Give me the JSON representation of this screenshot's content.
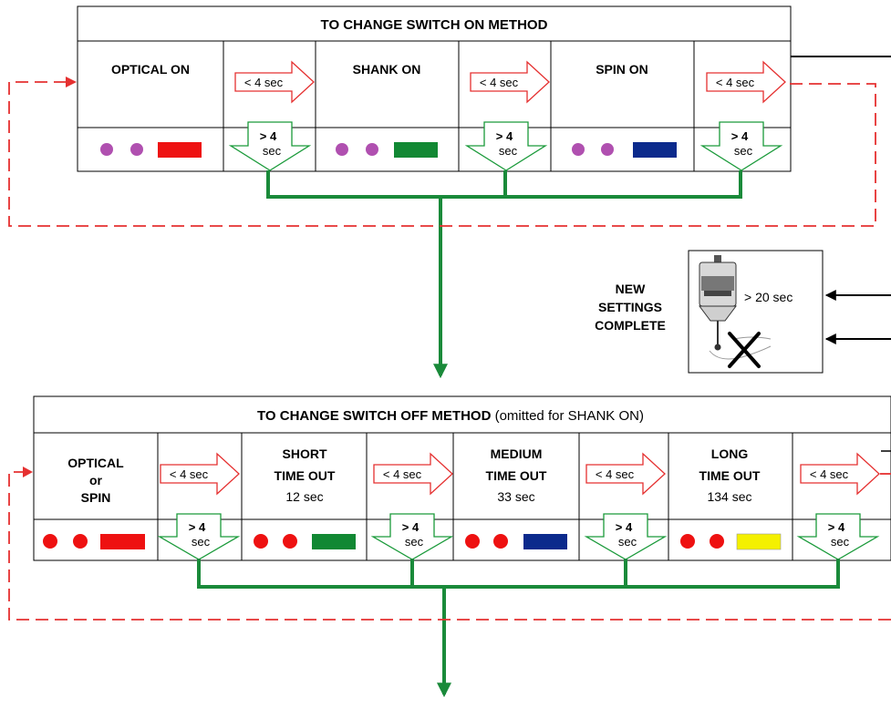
{
  "top": {
    "header": "TO CHANGE SWITCH ON METHOD",
    "modes": [
      {
        "lines": [
          "OPTICAL ON"
        ]
      },
      {
        "lines": [
          "SHANK ON"
        ]
      },
      {
        "lines": [
          "SPIN ON"
        ]
      }
    ]
  },
  "arrows": {
    "short_label": "< 4 sec",
    "long_label_1": "> 4",
    "long_label_2": "sec"
  },
  "settings": {
    "lines": [
      "NEW",
      "SETTINGS",
      "COMPLETE"
    ],
    "duration": "> 20 sec"
  },
  "bottom": {
    "header_bold": "TO CHANGE SWITCH OFF METHOD",
    "header_normal": " (omitted for SHANK ON)",
    "modes": [
      {
        "lines": [
          "OPTICAL",
          "or",
          "SPIN"
        ],
        "value": ""
      },
      {
        "lines": [
          "SHORT",
          "TIME OUT"
        ],
        "value": "12 sec"
      },
      {
        "lines": [
          "MEDIUM",
          "TIME OUT"
        ],
        "value": "33 sec"
      },
      {
        "lines": [
          "LONG",
          "TIME OUT"
        ],
        "value": "134 sec"
      }
    ]
  },
  "colors": {
    "on_dot": "#b050b0",
    "off_dot": "#ee1111",
    "optical_bar": "#ee1111",
    "shank_bar": "#118833",
    "spin_bar": "#0b2a8c",
    "yellow_bar": "#f4f000",
    "flow_green": "#1a8a3a",
    "dashed_red": "#e53030",
    "arrow_green": "#1a9a3a",
    "arrow_red": "#e53030"
  }
}
